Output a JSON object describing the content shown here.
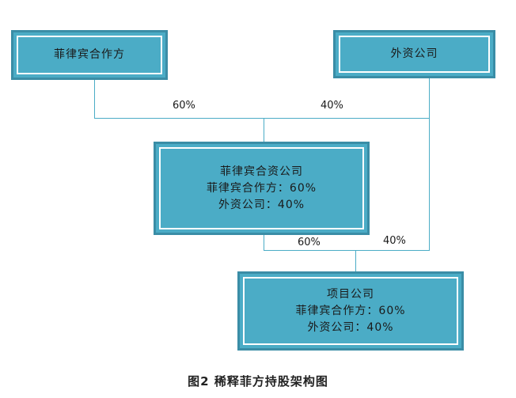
{
  "nodes": {
    "philippine_partner": {
      "lines": [
        "菲律宾合作方"
      ]
    },
    "foreign_company": {
      "lines": [
        "外资公司"
      ]
    },
    "jv_company": {
      "lines": [
        "菲律宾合资公司",
        "菲律宾合作方：60%",
        "外资公司：40%"
      ]
    },
    "project_company": {
      "lines": [
        "项目公司",
        "菲律宾合作方：60%",
        "外资公司：40%"
      ]
    }
  },
  "edges": {
    "top_left_pct": "60%",
    "top_right_pct": "40%",
    "bottom_left_pct": "60%",
    "bottom_right_pct": "40%"
  },
  "caption": "图2   稀释菲方持股架构图",
  "colors": {
    "box_fill": "#4bacc6",
    "box_border": "#3a8da6",
    "line": "#4bacc6"
  }
}
